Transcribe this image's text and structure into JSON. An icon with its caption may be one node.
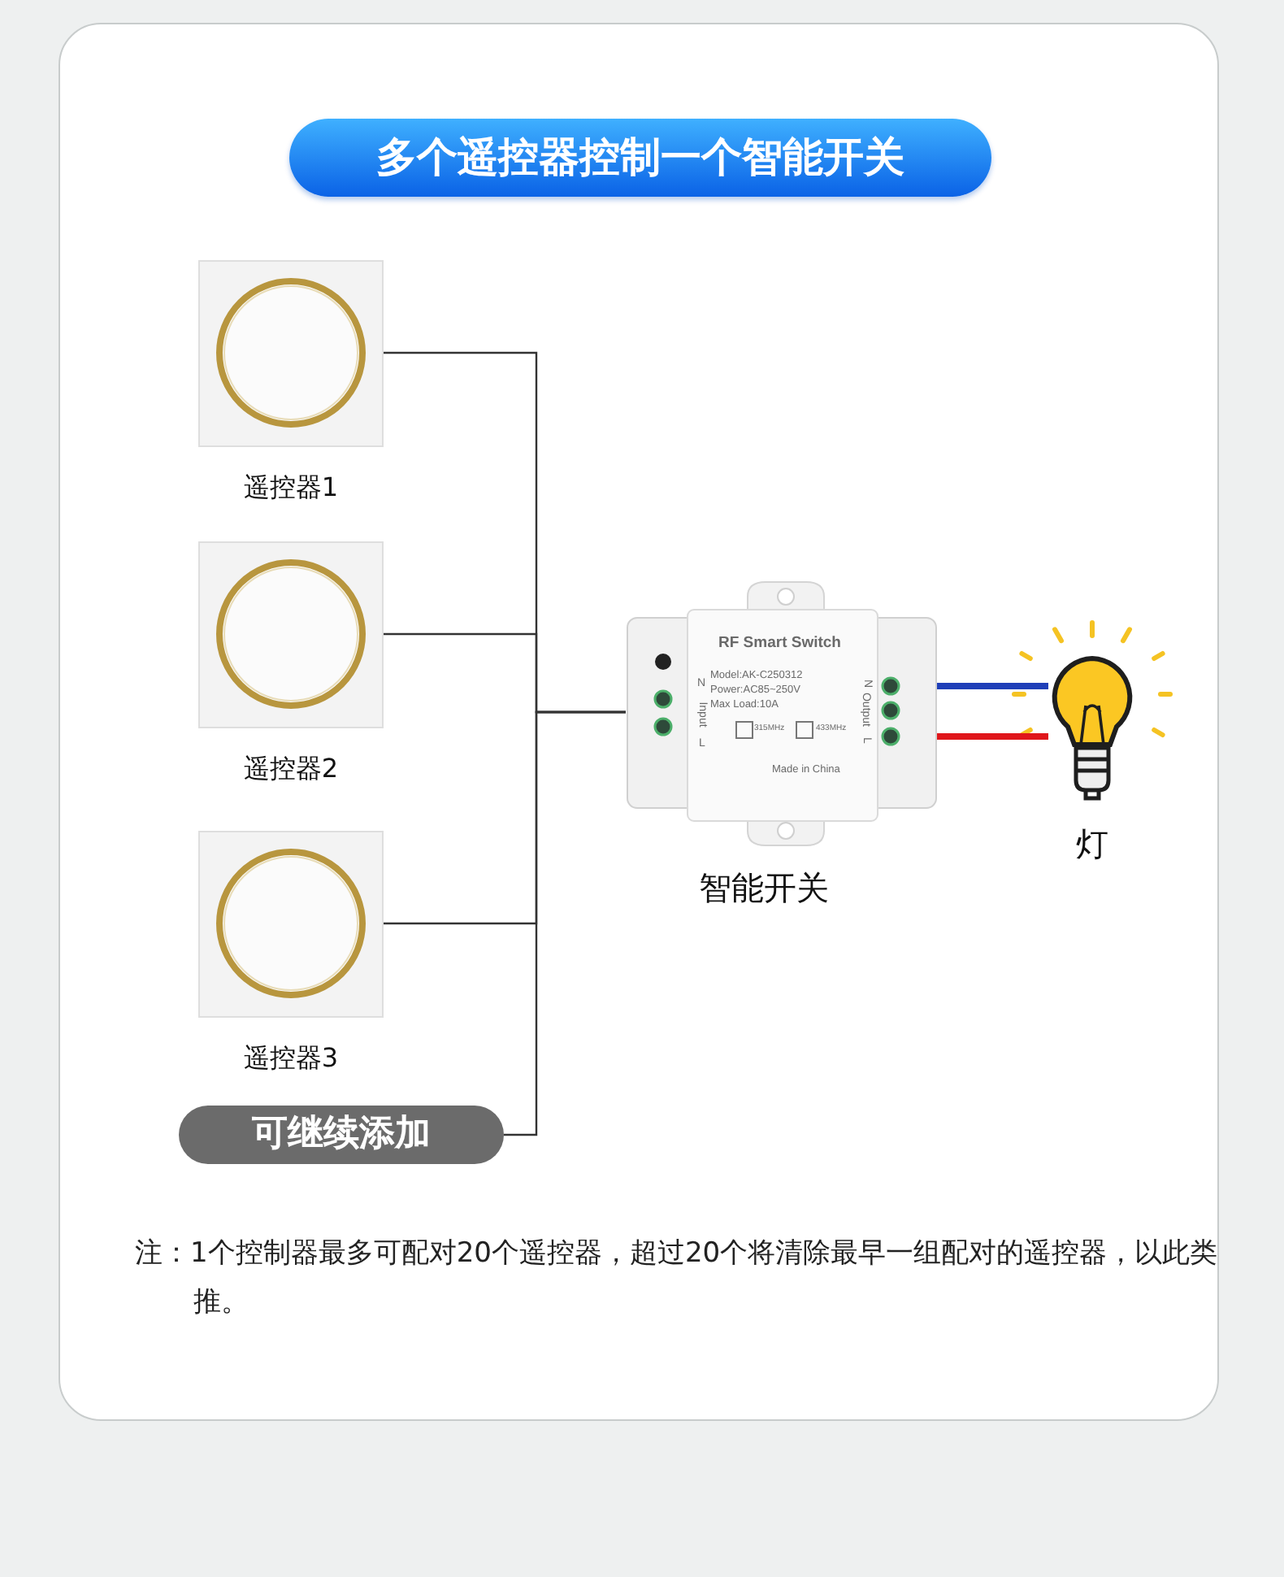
{
  "diagram": {
    "title": "多个遥控器控制一个智能开关",
    "nodes": [
      {
        "text": [
          "遥控器1"
        ]
      },
      {
        "text": [
          "遥控器2"
        ]
      },
      {
        "text": [
          "遥控器3"
        ]
      },
      {
        "text": [
          "可继续添加"
        ]
      },
      {
        "text": [
          "智能开关"
        ]
      },
      {
        "text": [
          "灯"
        ]
      }
    ],
    "edges": [
      {
        "from": 0,
        "to": 4,
        "arrow": "none"
      },
      {
        "from": 1,
        "to": 4,
        "arrow": "none"
      },
      {
        "from": 2,
        "to": 4,
        "arrow": "none"
      },
      {
        "from": 3,
        "to": 4,
        "arrow": "none"
      },
      {
        "from": 4,
        "to": 5,
        "arrow": "none",
        "style": "thick",
        "color": "#1f3fb8"
      },
      {
        "from": 4,
        "to": 5,
        "arrow": "none",
        "style": "thick",
        "color": "#e0161b"
      }
    ],
    "labels": [
      "RF Smart Switch",
      "Model:AK-C250312",
      "Power:AC85~250V",
      "Max Load:10A",
      "315MHz",
      "433MHz",
      "Made in China",
      "N",
      "Input",
      "L",
      "N",
      "Output",
      "L",
      "注：1个控制器最多可配对20个遥控器，超过20个将清除最早一组配对的遥控器，以此类推。"
    ]
  }
}
